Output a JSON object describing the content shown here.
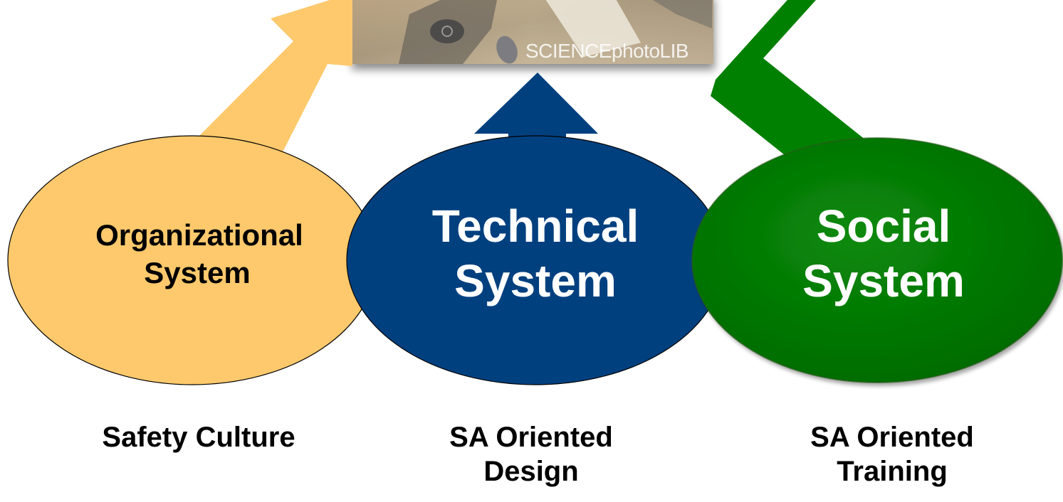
{
  "colors": {
    "organizational": "#FDC96C",
    "technical": "#00407F",
    "social": "#008000",
    "background": "#FFFFFF"
  },
  "photo": {
    "watermark": "SCIENCEphotoLIB"
  },
  "systems": [
    {
      "id": "organizational",
      "line1": "Organizational",
      "line2": "System",
      "text_color": "#000000"
    },
    {
      "id": "technical",
      "line1": "Technical",
      "line2": "System",
      "text_color": "#FFFFFF"
    },
    {
      "id": "social",
      "line1": "Social",
      "line2": "System",
      "text_color": "#FFFFFF"
    }
  ],
  "captions": [
    {
      "id": "organizational",
      "lines": [
        "Safety Culture"
      ]
    },
    {
      "id": "technical",
      "lines": [
        "SA Oriented",
        "Design"
      ]
    },
    {
      "id": "social",
      "lines": [
        "SA Oriented",
        "Training"
      ]
    }
  ]
}
